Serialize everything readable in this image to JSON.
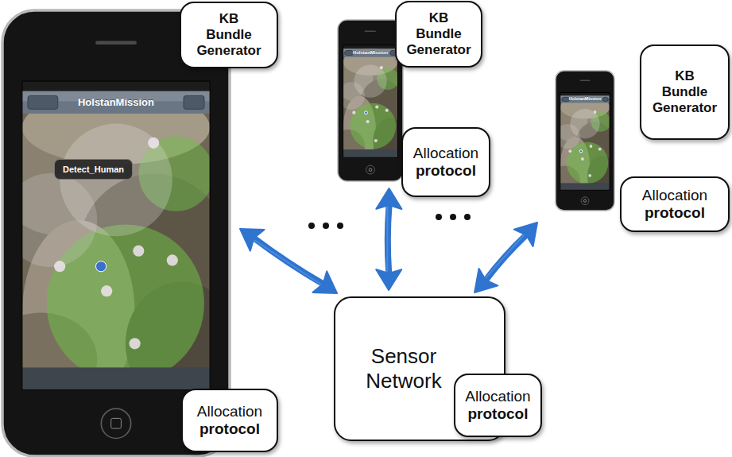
{
  "diagram": {
    "nodes": [
      {
        "text": [
          "HolstanMission",
          "Detect_Human"
        ]
      },
      {
        "text": [
          "KB Bundle Generator"
        ]
      },
      {
        "text": [
          "Allocation protocol"
        ]
      },
      {
        "text": [
          "HolstanMission"
        ]
      },
      {
        "text": [
          "KB Bundle Generator"
        ]
      },
      {
        "text": [
          "Allocation protocol"
        ]
      },
      {
        "text": [
          "HolstanMission"
        ]
      },
      {
        "text": [
          "KB Bundle Generator"
        ]
      },
      {
        "text": [
          "Allocation protocol"
        ]
      },
      {
        "text": [
          "Sensor Network"
        ]
      },
      {
        "text": [
          "Allocation protocol"
        ]
      }
    ],
    "edges": [
      {
        "from": 0,
        "to": 9,
        "arrow": "both"
      },
      {
        "from": 3,
        "to": 9,
        "arrow": "both"
      },
      {
        "from": 6,
        "to": 9,
        "arrow": "both"
      }
    ]
  }
}
